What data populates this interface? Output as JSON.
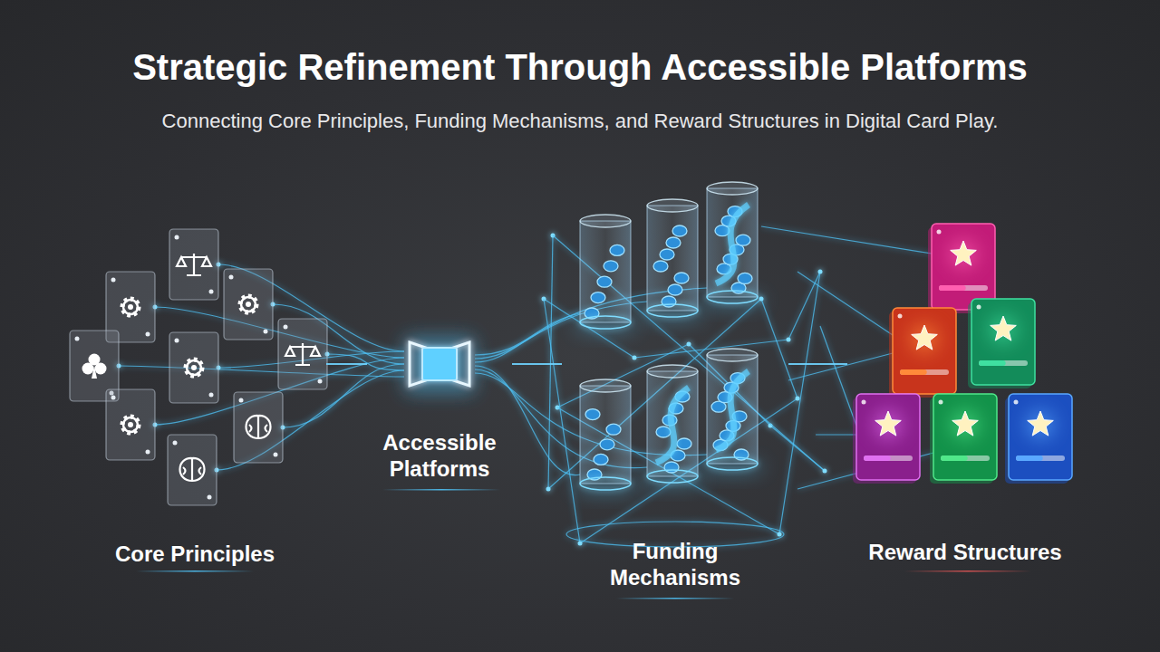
{
  "diagram": {
    "title": "Strategic Refinement Through Accessible Platforms",
    "nodes": [
      {
        "text": [
          "Core Principles"
        ]
      },
      {
        "text": [
          "Accessible Platforms"
        ]
      },
      {
        "text": [
          "Funding Mechanisms"
        ]
      },
      {
        "text": [
          "Reward Structures"
        ]
      }
    ],
    "edges": [
      {
        "from": 0,
        "to": 1,
        "arrow": "none"
      },
      {
        "from": 1,
        "to": 2,
        "arrow": "none"
      },
      {
        "from": 2,
        "to": 3,
        "arrow": "none"
      }
    ],
    "labels": [
      "Connecting Core Principles, Funding Mechanisms, and Reward Structures in Digital Card Play."
    ]
  }
}
